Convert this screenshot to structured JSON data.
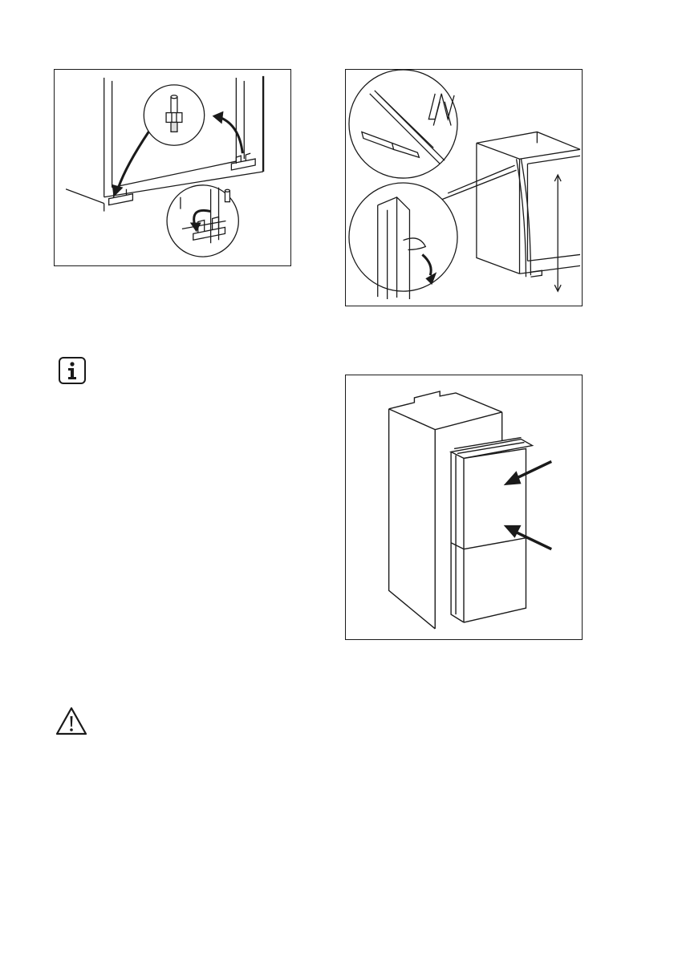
{
  "page": {
    "background": "#ffffff",
    "line_color": "#1a1a1a"
  },
  "figures": [
    {
      "name": "hinge-bracket-figure",
      "icon": "bracket-relocation-illustration"
    },
    {
      "name": "sealing-strip-figure",
      "icon": "sealing-strip-cutting-illustration"
    },
    {
      "name": "appliance-insertion-figure",
      "icon": "push-appliance-into-niche-illustration"
    }
  ],
  "icons": {
    "info": "info-icon",
    "warning": "warning-icon"
  }
}
